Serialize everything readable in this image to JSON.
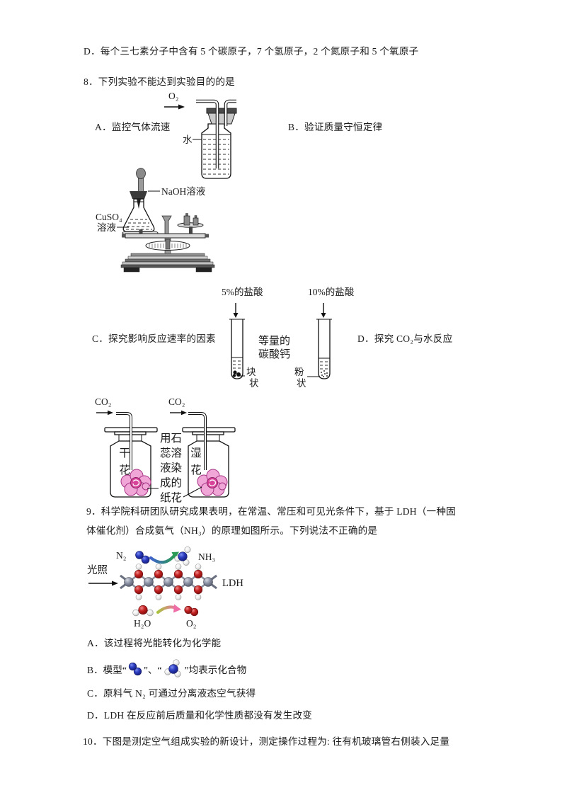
{
  "colors": {
    "atom_blue": "#2330a8",
    "atom_red": "#bb1a1a",
    "atom_gray": "#7a8093",
    "atom_white": "#efefef",
    "flower_pink": "#e57fc2",
    "arrow_blue": "#3f62cc",
    "arrow_green": "#2a9a55",
    "arrow_yellowgreen": "#a9c33f",
    "arrow_pink": "#ee6fa8"
  },
  "doc": {
    "q7d": "D．每个三七素分子中含有 5 个碳原子，7 个氢原子，2 个氮原子和 5 个氧原子",
    "q8": {
      "stem": "8．下列实验不能达到实验目的的是",
      "optA": "A．监控气体流速",
      "optB": "B．验证质量守恒定律",
      "optC": "C．探究影响反应速率的因素",
      "optD": "D．探究 CO₂与水反应",
      "gas_washing": {
        "gas": "O₂",
        "water": "水"
      },
      "balance": {
        "naoh": "NaOH溶液",
        "cuso4_l1": "CuSO₄",
        "cuso4_l2": "溶液"
      },
      "tubes": {
        "left_label": "5%的盐酸",
        "right_label": "10%的盐酸",
        "mid_l1": "等量的",
        "mid_l2": "碳酸钙",
        "left_sub_l1": "块",
        "left_sub_l2": "状",
        "right_sub_l1": "粉",
        "right_sub_l2": "状"
      },
      "flowers": {
        "gas_left": "CO₂",
        "gas_right": "CO₂",
        "left_l1": "干",
        "left_l2": "花",
        "right_l1": "湿",
        "right_l2": "花",
        "mid_rows": [
          "用石",
          "蕊溶",
          "液染",
          "成的",
          "纸花"
        ]
      }
    },
    "q9": {
      "stem_l1": "9．科学院科研团队研究成果表明，在常温、常压和可见光条件下，基于 LDH（一种固",
      "stem_l2": "体催化剂）合成氨气（NH₃）的原理如图所示。下列说法不正确的是",
      "diagram": {
        "light": "光照",
        "n2": "N₂",
        "nh3": "NH₃",
        "ldh": "LDH",
        "h2o": "H₂O",
        "o2": "O₂"
      },
      "optA": "A．该过程将光能转化为化学能",
      "optB_pre": "B．模型“",
      "optB_mid": "”、“",
      "optB_suf": "”均表示化合物",
      "optC": "C．原料气 N₂ 可通过分离液态空气获得",
      "optD": "D．LDH 在反应前后质量和化学性质都没有发生改变"
    },
    "q10": "10．下图是测定空气组成实验的新设计，测定操作过程为: 往有机玻璃管右侧装入足量"
  }
}
